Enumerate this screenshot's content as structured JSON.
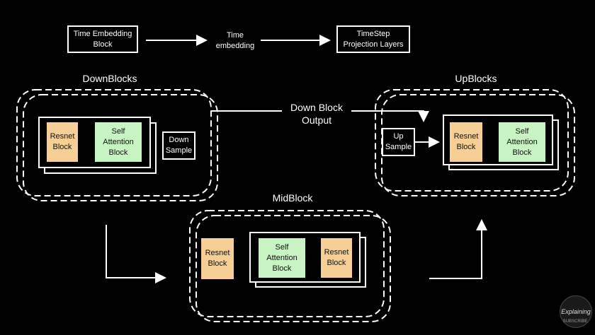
{
  "top": {
    "time_embedding_block": "Time Embedding\nBlock",
    "time_embedding_label": "Time\nembedding",
    "timestep_projection": "TimeStep\nProjection Layers"
  },
  "sections": {
    "down_title": "DownBlocks",
    "up_title": "UpBlocks",
    "mid_title": "MidBlock"
  },
  "connector": {
    "down_block_output": "Down Block\nOutput"
  },
  "blocks": {
    "resnet": "Resnet\nBlock",
    "self_attention": "Self\nAttention\nBlock",
    "down_sample": "Down\nSample",
    "up_sample": "Up\nSample"
  },
  "logo": {
    "text": "Explaining",
    "subscribe": "SUBSCRIBE"
  },
  "colors": {
    "background": "#000000",
    "resnet": "#f5cf96",
    "attention": "#c8f3c2",
    "lines": "#ffffff"
  }
}
